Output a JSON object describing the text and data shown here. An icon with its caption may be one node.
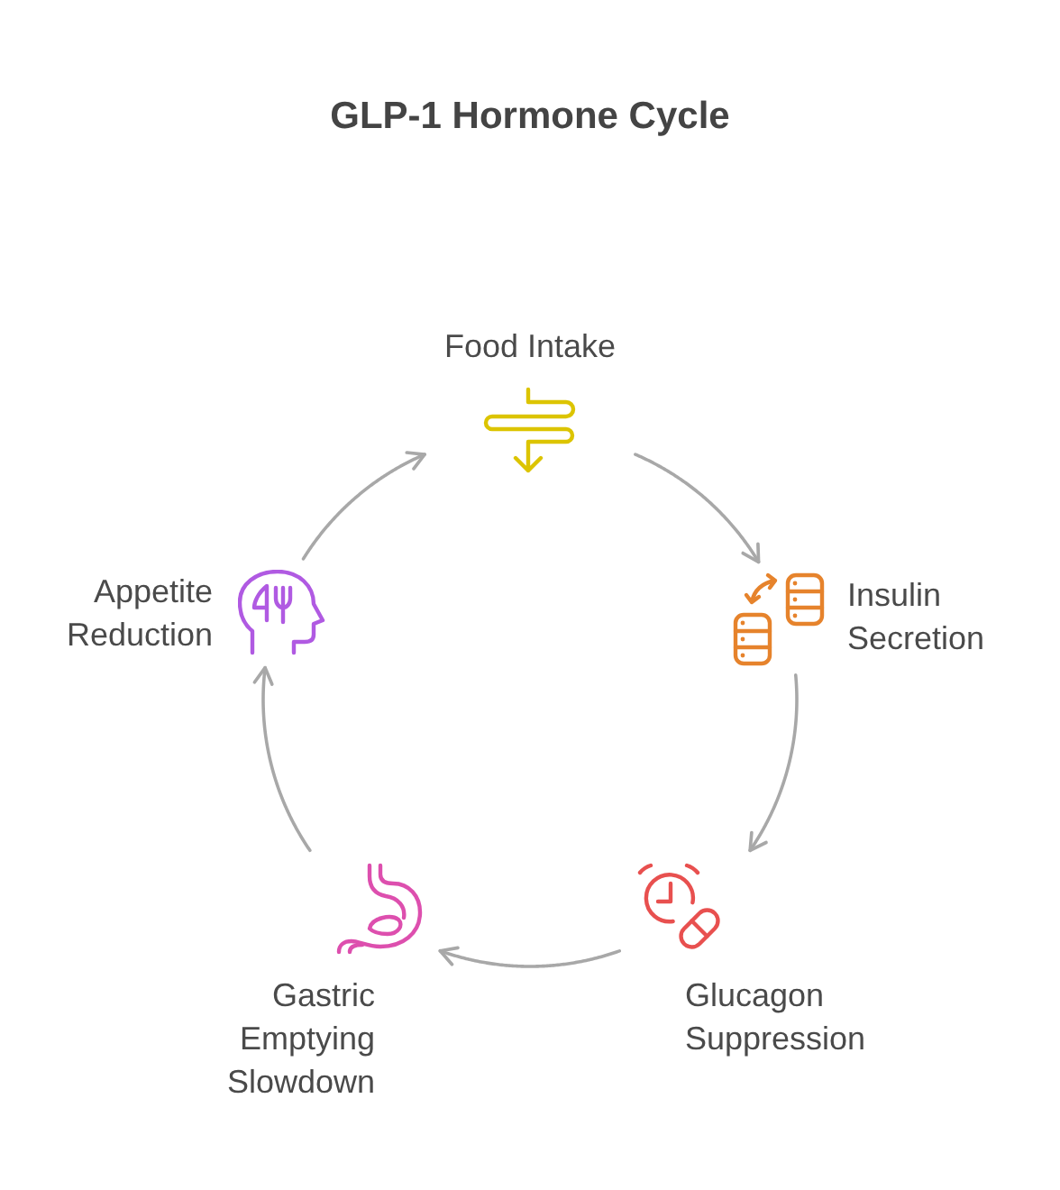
{
  "diagram": {
    "title": "GLP-1 Hormone Cycle",
    "nodes": [
      {
        "text": [
          "Food Intake"
        ]
      },
      {
        "text": [
          "Insulin Secretion"
        ]
      },
      {
        "text": [
          "Glucagon Suppression"
        ]
      },
      {
        "text": [
          "Gastric Emptying Slowdown"
        ]
      },
      {
        "text": [
          "Appetite Reduction"
        ]
      }
    ],
    "edges": [
      {
        "from": 0,
        "to": 1,
        "arrow": "to"
      },
      {
        "from": 1,
        "to": 2,
        "arrow": "to"
      },
      {
        "from": 2,
        "to": 3,
        "arrow": "to"
      },
      {
        "from": 3,
        "to": 4,
        "arrow": "to"
      },
      {
        "from": 4,
        "to": 0,
        "arrow": "to"
      }
    ]
  }
}
